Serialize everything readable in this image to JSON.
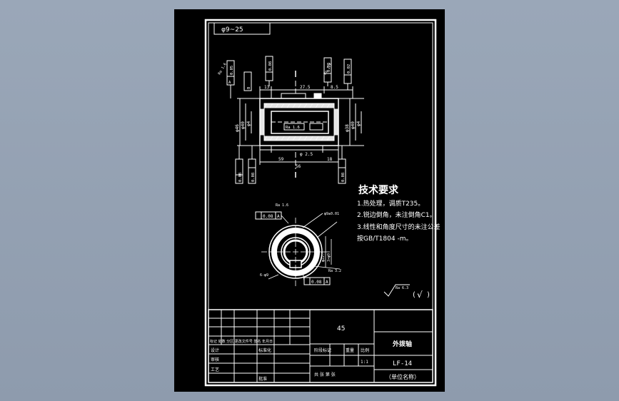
{
  "colors": {
    "background": "#9aa7b8",
    "sheet": "#000000",
    "ink": "#ffffff"
  },
  "label_tag": "φ9~25",
  "dims": {
    "d_27_5": "27.5",
    "d_8_5": "8.5",
    "d_13": "13",
    "d_59": "59",
    "d_18": "18",
    "d_56": "56",
    "d_bore": "φ 2.5",
    "d_left1": "φ46",
    "d_left2": "φ40",
    "d_left3": "φ4",
    "d_right1": "φ38",
    "d_right2": "φ40",
    "d_right3": "φ4",
    "mid_box": "Ra 1.6",
    "top_ra_left": "Ra 1.6",
    "top_ra_right": "Ra 1.6"
  },
  "gdt": {
    "top1": "0.05",
    "top2": "0.08",
    "top3": "0.08",
    "top4": "0.02",
    "datum_a": "A",
    "datum_b": "B",
    "bot1": "0.08",
    "bot2": "0.08",
    "bot3": "0.08",
    "sec_tol_top": "0.08",
    "sec_tol_bot": "0.08",
    "sec_ra_top": "Ra 1.6",
    "sec_ra_side": "Ra 3.2",
    "sec_dim_right1": "φ22.5",
    "sec_dim_right2": "3×φ9",
    "sec_label_bot": "6-φ9",
    "sec_label_top": "φ9±0.01"
  },
  "tech": {
    "title": "技术要求",
    "line1": "1.热处理，调质T235。",
    "line2": "2.锐边倒角，未注倒角C1。",
    "line3": "3.线性和角度尺寸的未注公差",
    "line4": "按GB/T1804 -m。"
  },
  "roughness": {
    "value": "Ra 6.3",
    "paren_open": "(",
    "check": "√",
    "paren_close": ")"
  },
  "title_block": {
    "material": "45",
    "part_name": "外拨轴",
    "drawing_no": "LF-14",
    "unit": "（单位名称）",
    "row_labels": "标记 处数 分区 更改文件号 签名 年月日",
    "design": "设计",
    "standard": "标准化",
    "review": "审核",
    "process": "工艺",
    "approve": "批准",
    "stage_label": "阶段标记",
    "weight_label": "重量",
    "scale_label": "比例",
    "scale_val": "1:1",
    "sheets": "共 张 第 张"
  }
}
